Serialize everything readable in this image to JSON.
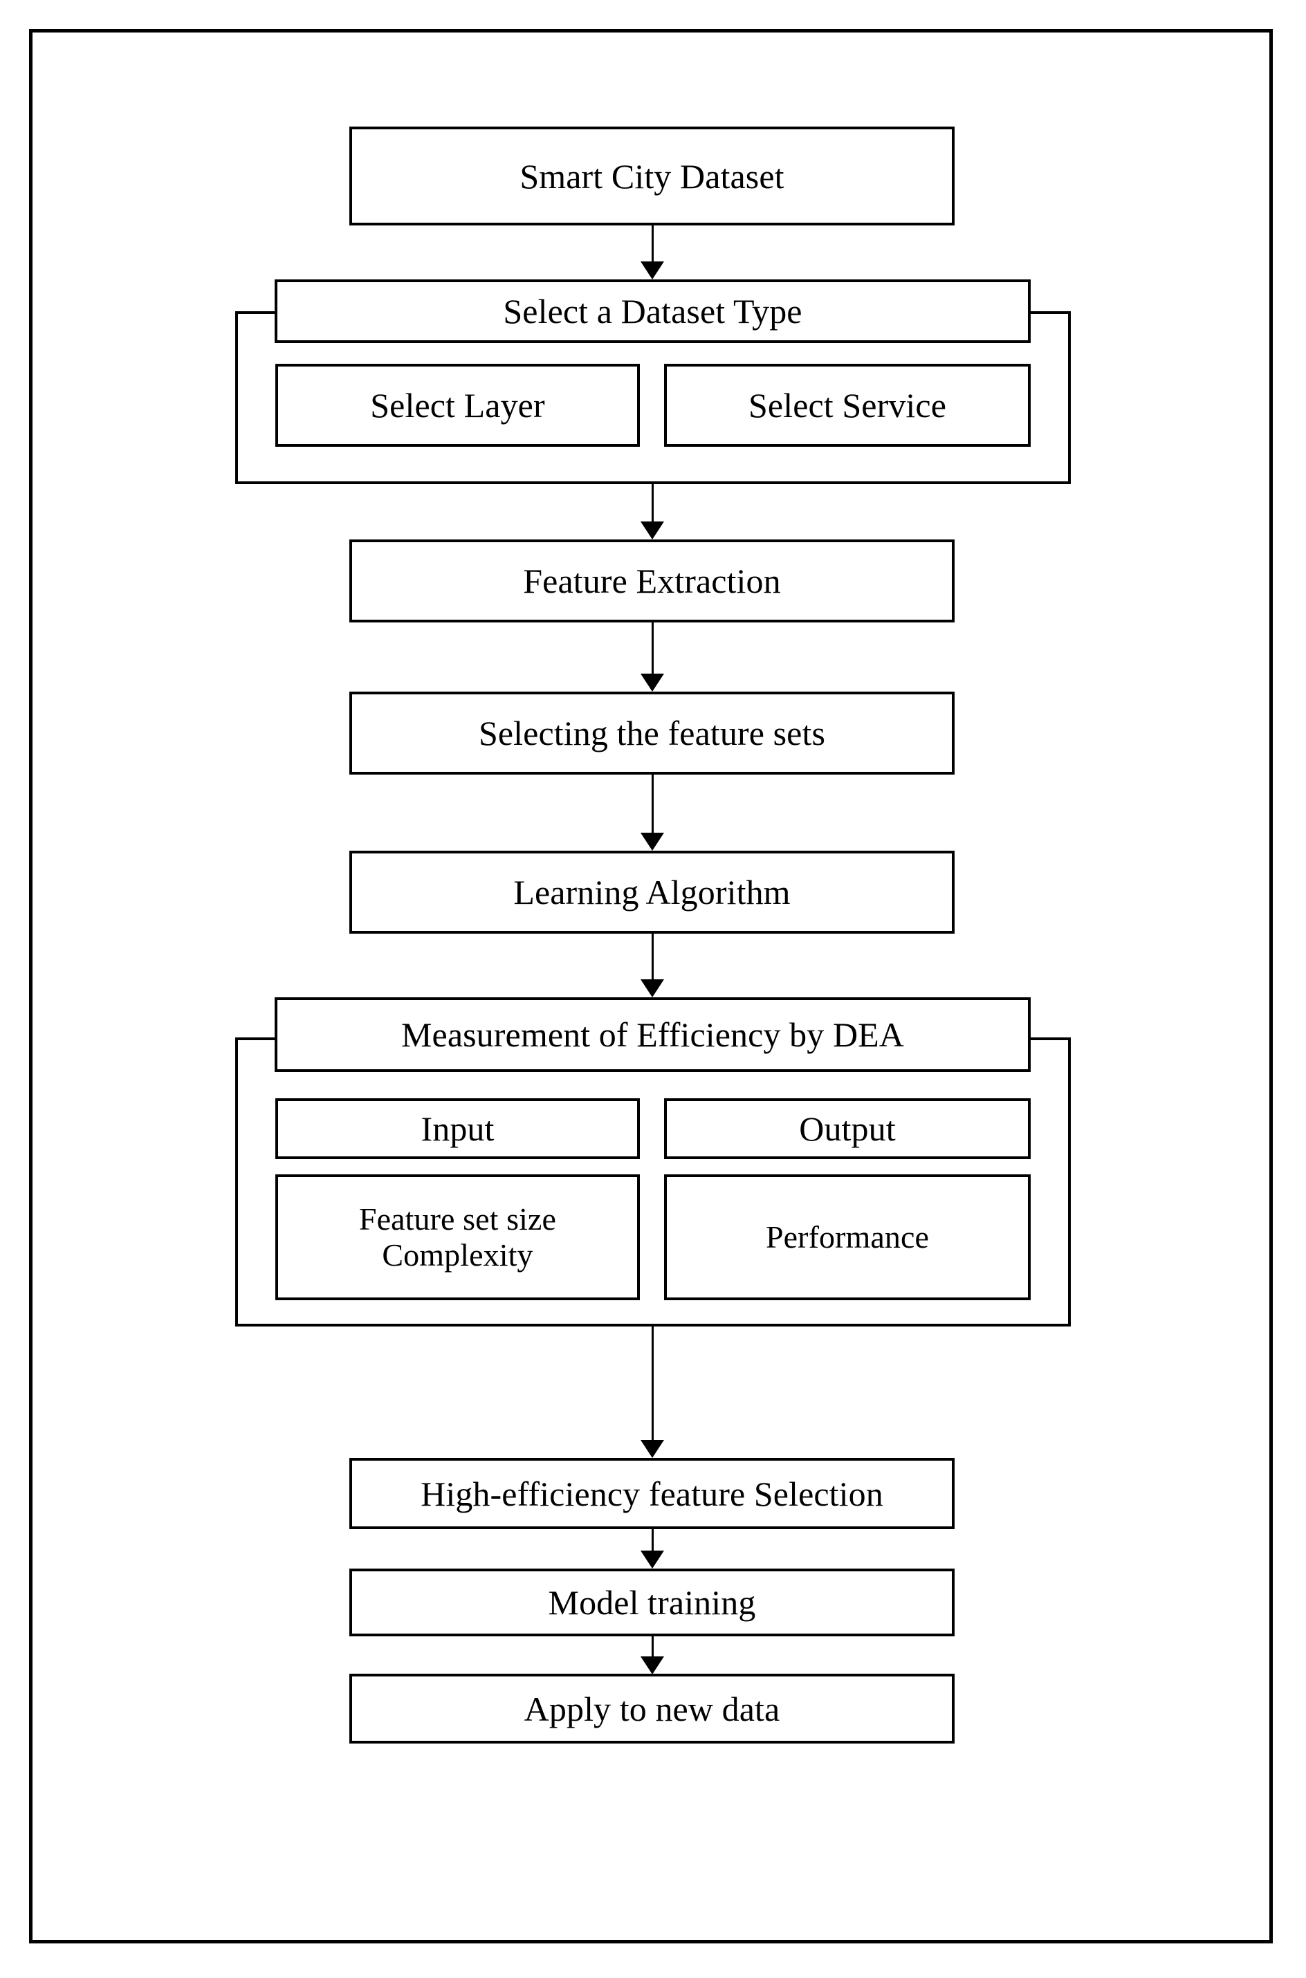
{
  "figure": {
    "type": "flowchart",
    "orientation": "top-to-bottom",
    "frame_color": "#000000",
    "background_color": "#ffffff",
    "text_color": "#000000"
  },
  "nodes": {
    "dataset": "Smart City Dataset",
    "select_type": "Select a Dataset Type",
    "select_layer": "Select Layer",
    "select_service": "Select Service",
    "feature_extraction": "Feature Extraction",
    "selecting_feature_sets": "Selecting the feature sets",
    "learning_algorithm": "Learning Algorithm",
    "dea": "Measurement of Efficiency by DEA",
    "input": "Input",
    "output": "Output",
    "input_items": "Feature set size\nComplexity",
    "output_items": "Performance",
    "high_efficiency": "High-efficiency feature Selection",
    "model_training": "Model training",
    "apply_new_data": "Apply to new data"
  },
  "connectors": [
    {
      "from": "dataset",
      "to": "select_type"
    },
    {
      "from": "select_type_group",
      "to": "feature_extraction"
    },
    {
      "from": "feature_extraction",
      "to": "selecting_feature_sets"
    },
    {
      "from": "selecting_feature_sets",
      "to": "learning_algorithm"
    },
    {
      "from": "learning_algorithm",
      "to": "dea"
    },
    {
      "from": "dea_group",
      "to": "high_efficiency"
    },
    {
      "from": "high_efficiency",
      "to": "model_training"
    },
    {
      "from": "model_training",
      "to": "apply_new_data"
    }
  ]
}
